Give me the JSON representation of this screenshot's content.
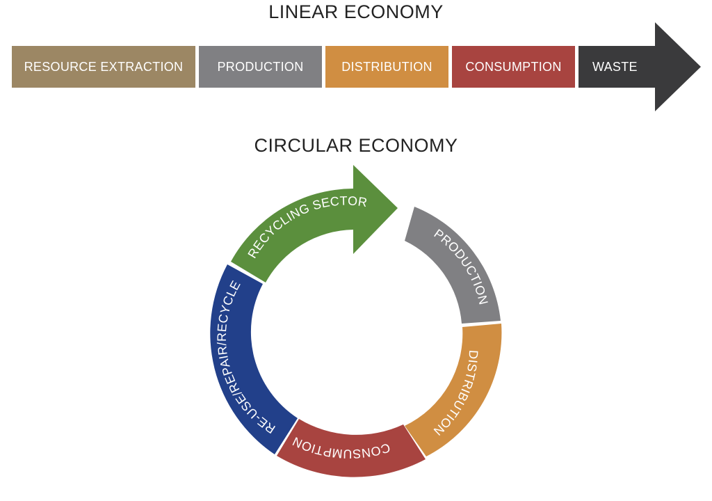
{
  "linear": {
    "title": "LINEAR ECONOMY",
    "stages": [
      {
        "label": "RESOURCE EXTRACTION",
        "color": "#9c8764"
      },
      {
        "label": "PRODUCTION",
        "color": "#808083"
      },
      {
        "label": "DISTRIBUTION",
        "color": "#d08e42"
      },
      {
        "label": "CONSUMPTION",
        "color": "#a84440"
      }
    ],
    "final_stage": {
      "label": "WASTE",
      "color": "#3a3a3c"
    }
  },
  "circular": {
    "title": "CIRCULAR ECONOMY",
    "segments": [
      {
        "label": "RECYCLING SECTOR",
        "color": "#5b8f3d"
      },
      {
        "label": "PRODUCTION",
        "color": "#808083"
      },
      {
        "label": "DISTRIBUTION",
        "color": "#d08e42"
      },
      {
        "label": "CONSUMPTION",
        "color": "#a84440"
      },
      {
        "label": "RE-USE/REPAIR/RECYCLE",
        "color": "#22408a"
      }
    ]
  }
}
